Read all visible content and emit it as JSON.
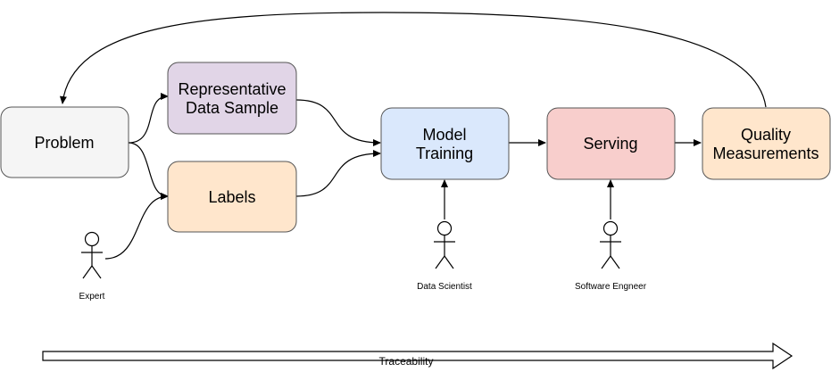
{
  "nodes": {
    "problem": {
      "label": "Problem",
      "color": "#f5f5f5"
    },
    "data_sample": {
      "label_line1": "Representative",
      "label_line2": "Data Sample",
      "color": "#e1d5e7"
    },
    "labels": {
      "label": "Labels",
      "color": "#ffe6cc"
    },
    "model_training": {
      "label_line1": "Model",
      "label_line2": "Training",
      "color": "#dae8fc"
    },
    "serving": {
      "label": "Serving",
      "color": "#f8cecc"
    },
    "quality": {
      "label_line1": "Quality",
      "label_line2": "Measurements",
      "color": "#ffe6cc"
    }
  },
  "actors": {
    "expert": "Expert",
    "data_scientist": "Data Scientist",
    "software_engineer": "Software Engneer"
  },
  "traceability": "Traceability"
}
